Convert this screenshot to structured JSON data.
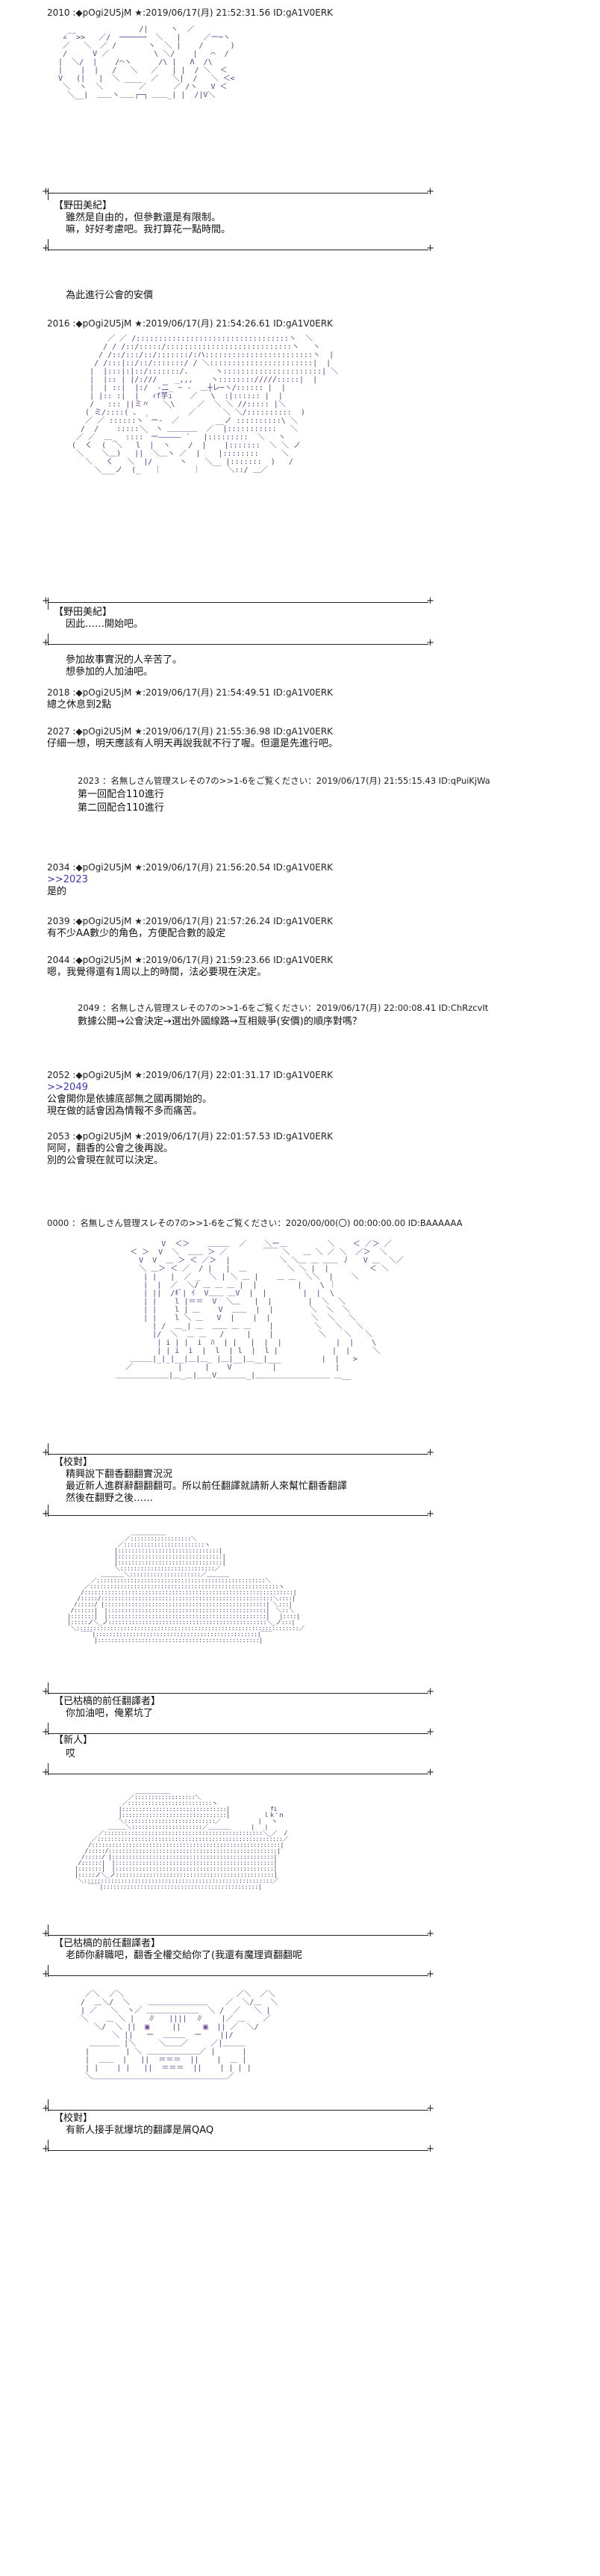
{
  "post_2010": {
    "header": "2010 :◆pOgi2U5jM ★:2019/06/17(月) 21:52:31.56 ID:gA1V0ERK",
    "speaker": "【野田美紀】",
    "lines": [
      "雖然是自由的，但參數還是有限制。",
      "嘛，好好考慮吧。我打算花一點時間。"
    ]
  },
  "post_2010_aa": "   __              /|     ヽ  ／\n  ∠  >>   ／/  ──────  ＼   |     ／ー─ヽ\n  ／   ＼  ／ /       ヽ  ＼ |    /      )\n  /  　  V ／ 　　　    \\ ＼/    |   ⌒  /\n |  ＼/  |    /⌒ヽ      /\\ |   Λ  /\\\n |    |  |   /   ＼   ／   | |  / ＼  ＜\n V   (|   |  ＼ ____  ／   ＼|  /   ＼ ＜<\n  ＼  ヽ  ＼        ／      ／ /ヽ   V ＜\n   ＼__|  ＿＿ヽ＿＿┌─┐ ＿＿_| |  /|V＼\n",
  "divider_note": "為此進行公會的安價",
  "post_2016": {
    "header": "2016 :◆pOgi2U5jM ★:2019/06/17(月) 21:54:26.61 ID:gA1V0ERK",
    "speaker": "【野田美紀】",
    "lines": [
      "因此……開始吧。"
    ]
  },
  "post_2016_aa": "        ／ ／ /::::::::::::::::::::::::::::::::::ヽ  ＼\n       / / /::/:::::/::::::::::::::::::::::::::::ヽ   ヽ\n      / /::/:::/::/:::::::/:ハ::::::::::::::::::::::::ヽ  |\n     / /:::|::/::/:::::::/ / ＼:::::::::::::::::::::::|  |\n    |  |:::|:|::/:::::::/.      ヽ::::::::::::::::::::::| ＼\n    |  |:: | |/:///    _,,,    ヽ:::::::://///:::::|  |\n    |  | ::|  |:/  ‐二_ ~ ‐  ＿┼レ─ヽ/:::::: |  |\n    | |:: :|  |   ｨf芋ｭ    ／   \\  :|:::::: |  |\n    /   ::: ||ミ〃   ＼\\     ／  ＼ ＼ //::::: |＼\n   ( ミ/::::( 、      ｀   ／      ＼ ＼/::::::::::  )\n   ／ ／ ::::::ヽ｀ー-  ／        __ノ ::::::::::\\ ＼\n  /  /    :::::＼  ヽ ＿＿＿＿  ／  |:::::::::::   ＼\n ／ ／  ＿_  ::::｀ー――――― ´   |:::::::::  ＼   ヽ\n(  く  (  ＼   l  |  ヽ    /  |    |:::::::  ＼ ＼ ノ\n ＼    ＼＿)   ||  ＼＿ヽ ／  |    |::::::::     ＼\n   ＼   く   ＼  |/      ヽ    ＼__ |:::::::  )   /\n     ＼___ノ  (_   ｜       ｜      ＼::/ ＿／\n",
  "post_2016_followup": [
    "參加故事實況的人辛苦了。",
    "想參加的人加油吧。"
  ],
  "post_2018": {
    "header": "2018 :◆pOgi2U5jM ★:2019/06/17(月) 21:54:49.51 ID:gA1V0ERK",
    "lines": [
      "總之休息到2點"
    ]
  },
  "post_2027": {
    "header": "2027 :◆pOgi2U5jM ★:2019/06/17(月) 21:55:36.98 ID:gA1V0ERK",
    "lines": [
      "仔細一想，明天應該有人明天再說我就不行了喔。但還是先進行吧。"
    ]
  },
  "post_2023": {
    "header": "2023 ：名無しさん管理スレその7の>>1-6をご覧ください：2019/06/17(月) 21:55:15.43 ID:qPuiKjWa",
    "lines": [
      "第一回配合110進行",
      "第二回配合110進行"
    ]
  },
  "post_2034": {
    "header": "2034 :◆pOgi2U5jM ★:2019/06/17(月) 21:56:20.54 ID:gA1V0ERK",
    "lines": [
      ">>2023",
      "是的"
    ]
  },
  "post_2039": {
    "header": "2039 :◆pOgi2U5jM ★:2019/06/17(月) 21:57:26.24 ID:gA1V0ERK",
    "lines": [
      "有不少AA數少的角色，方便配合數的設定"
    ]
  },
  "post_2044": {
    "header": "2044 :◆pOgi2U5jM ★:2019/06/17(月) 21:59:23.66 ID:gA1V0ERK",
    "lines": [
      "嗯，我覺得還有1周以上的時間，法必要現在決定。"
    ]
  },
  "post_2049": {
    "header": "2049 ：名無しさん管理スレその7の>>1-6をご覧ください：2019/06/17(月) 22:00:08.41 ID:ChRzcvIt",
    "lines": [
      "數據公開→公會決定→選出外國線路→互相競爭(安價)的順序對嗎？"
    ]
  },
  "post_2052": {
    "header": "2052 :◆pOgi2U5jM ★:2019/06/17(月) 22:01:31.17 ID:gA1V0ERK",
    "lines": [
      ">>2049",
      "公會開你是依據底部無之國再開始的。",
      "現在做的話會因為情報不多而痛苦。"
    ]
  },
  "post_2053": {
    "header": "2053 :◆pOgi2U5jM ★:2019/06/17(月) 22:01:57.53 ID:gA1V0ERK",
    "lines": [
      "阿阿，翻香的公會之後再說。",
      "別的公會現在就可以決定。"
    ]
  },
  "post_0000": {
    "header": "0000 ：名無しさん管理スレその7の>>1-6をご覧ください：2020/00/00(〇) 00:00:00.00 ID:BAAAAAA"
  },
  "aa_balcony": "           V  ＜＞    ＿＿＿  ／    ＼ー＿         ＼    ＜ ／＞ ／\n    ＜ ＞  V  ＼  ＿＿ ＞ ／        ￣￣ ＼   ＿ ＼ ／ ＼  ／＞  ＼\n      V  V  ＿ ＞ ＜ ／＞  |           ＼ ＼＿ ＿ ＿＿ 丿   V ＿  ＼／\n      ＼ ＿＞ ＜ ／  / |   |  ＿         ＼ ＼ |  |         ＜ ＼\n       | |   |  ／ _  ＼ | ＼ ＿ |    ＿ ＿  ＼＼  |    ＼\n       |  |  ／  ＼/ ＿ ＿ ＿ |  |         |    \\ ｜\n       | ||  /ｷﾞ| ｲ  V＿＿ ＿V  |  |        |  |  \\\n       | |    l |＝＝  V  ＼＿   |  |        |  ＼  ＼\n       | |    l | ＿    V  ＿＿  |  |        ＼  ＼  ＼\n       | |    l ＼ ＿   V  |    |  |         ＼  ＼   ＼\n         | /  ＿_| ＿  ＿＿ ＿ ＿    |         ＼   ＼   ＼\n         |/  ＼  ＿ ＿   /     |    |          ＼    ＼   ＼\n          | i | |  i  ﾊ  | |   |  |  |            |  |    \\\n          | | i  i  |  l  | l  |  l |            |  |     ＼\n    ＿＿＿|_|_|__|＿|＿_ |＿|__|＿__|___         |  |   >\n   ／          |     |    V         |             |\n ＿＿＿＿＿＿＿|＿_＿|＿＿V＿＿＿＿_|＿＿＿＿＿＿＿＿＿＿ ＿__\n",
  "proof_1": {
    "speaker": "【校對】",
    "lines": [
      "精興說下翻香翻翻實況況",
      "最近新人進群辭翻翻翻可。所以前任翻譯就請新人來幫忙翻香翻譯",
      "然後在翻野之後……"
    ]
  },
  "aa_fat_man": "                   ＿＿＿＿＿＿\n                 ／::::::::::::::::::＼\n               ／::::::::::::::::::::::::ヽ\n              |::::::::::::::::::::::::::::::|\n              |:::::::::::::::::::::::::::::::|\n              |:::::::::::::::::::::::::::::::|\n              ＼::::::::::::::::::::::::::::／\n          ＿＿＿＿＼:::::::::::::::::::::／＿＿＿＿\n       ／::::::::::::::::::::::::::::::::::::::::::::::::::＼\n     ／::::::::::::::::::::::::::::::::::::::::::::::::::::::::ヽ\n    /::::::::::::::::::::::::::::::::::::::::::::::::::::::::::::::|\n   /:::::/:::::::::::::::::::::::::::::::::::::::::::::::::::＼::::|\n  /:::::/ |::::::::::::::::::::::::::::::::::::::::::::::::| ＼:::|\n /::::::|  |:::::::::::::::::::::::::::::::::::::::::::::::|  ＼::＼\n|:::::::|  |:::::::::::::::::::::::::::::::::::::::::::::::|   |::::|\n|:::::ノ＼_ノ:::::::::::::::::::::::::::::::::::::::::::::::＼_ノ:::|\n ＼::::::::::::::::::::::::::::::::::::::::::::::::::::::::::::::::::／\n    ￣￣|::::::::::::::::::::::::::::::::::::::::::::::::|￣￣\n        |::::::::::::::::::::::::::::::::::::::::::::::::|\n",
  "former_1": {
    "speaker": "【已枯槁的前任翻譯者】",
    "lines": [
      "你加油吧，俺累坑了"
    ]
  },
  "newbie_1": {
    "speaker": "【新人】",
    "lines": [
      "哎"
    ]
  },
  "aa_thumb_man": "                  ＿＿＿＿＿＿\n                ／::::::::::::::::::＼\n              ／:::::::::::::::::::::::::ヽ\n             |:::::::::::::::::::::::::::::::|            fi\n             |:::::::::::::::::::::::::::::::|          ｌｋ'ｎ\n             ＼:::::::::::::::::::::::::::／           |   ヽ\n          ＿＿＿＼:::::::::::::::::::::／＿＿＿＿      |   |\n       ／:::::::::::::::::::::::::::::::::::::::::::::::＼_／  /\n     ／:::::::::::::::::::::::::::::::::::::::::::::::::::::::／\n    /::::::::::::::::::::::::::::::::::::::::::::::::::::::::|\n   /:::::/::::::::::::::::::::::::::::::::::::::::::::::::::|\n  /:::::/ |::::::::::::::::::::::::::::::::::::::::::::::::|\n /::::::|  |:::::::::::::::::::::::::::::::::::::::::::::::|\n|:::::::|  |:::::::::::::::::::::::::::::::::::::::::::::::|\n|:::::ノ＼_ノ:::::::::::::::::::::::::::::::::::::::::::::::|\n ＼::::::::::::::::::::::::::::::::::::::::::::::::::::::::／\n    ￣￣|::::::::::::::::::::::::::::::::::::::::::::::|\n",
  "former_2": {
    "speaker": "【已枯槁的前任翻譯者】",
    "lines": [
      "老師你辭職吧，翻香全權交給你了(我還有魔理資翻翻呢"
    ]
  },
  "aa_creature": "   ／＼  ／＼                         ／＼  ／＼\n  /  ＿＼/  ＼    ＿＿＿＿＿＿＿＿    ／  ＼/＿  ＼\n  | ／   ＼  ヽ／ ＿＿＿＿＿＿＿  ＼ /  ／   ＼ |\n  ＼    ＿ ＼ |   ∥   ||||  ∥    |／ ＿    ／\n     ＼/  ＼ ||  ▣     ||     ▣  || ／  ＼/\n         ＼ ||   ー  ＿＿＿  ー    ||/\n    ＿＿＿＿ |＼     ＼＿＿／     ／|＿＿＿\n   |        | ＼ ＿＿＿＿＿＿＿／ |      |\n   |  ＿＿  |   ||  ＝＝＝  ||    |  ＿ |\n   | |    | |   ||  ＝＝＝  ||    | | | |\n   ＼＿＿＿＿＿＿＿＿＿＿＿＿＿＿＿＿＿＿／\n",
  "proof_2": {
    "speaker": "【校對】",
    "lines": [
      "有新人接手就爆坑的翻譯是屑QAQ"
    ]
  }
}
